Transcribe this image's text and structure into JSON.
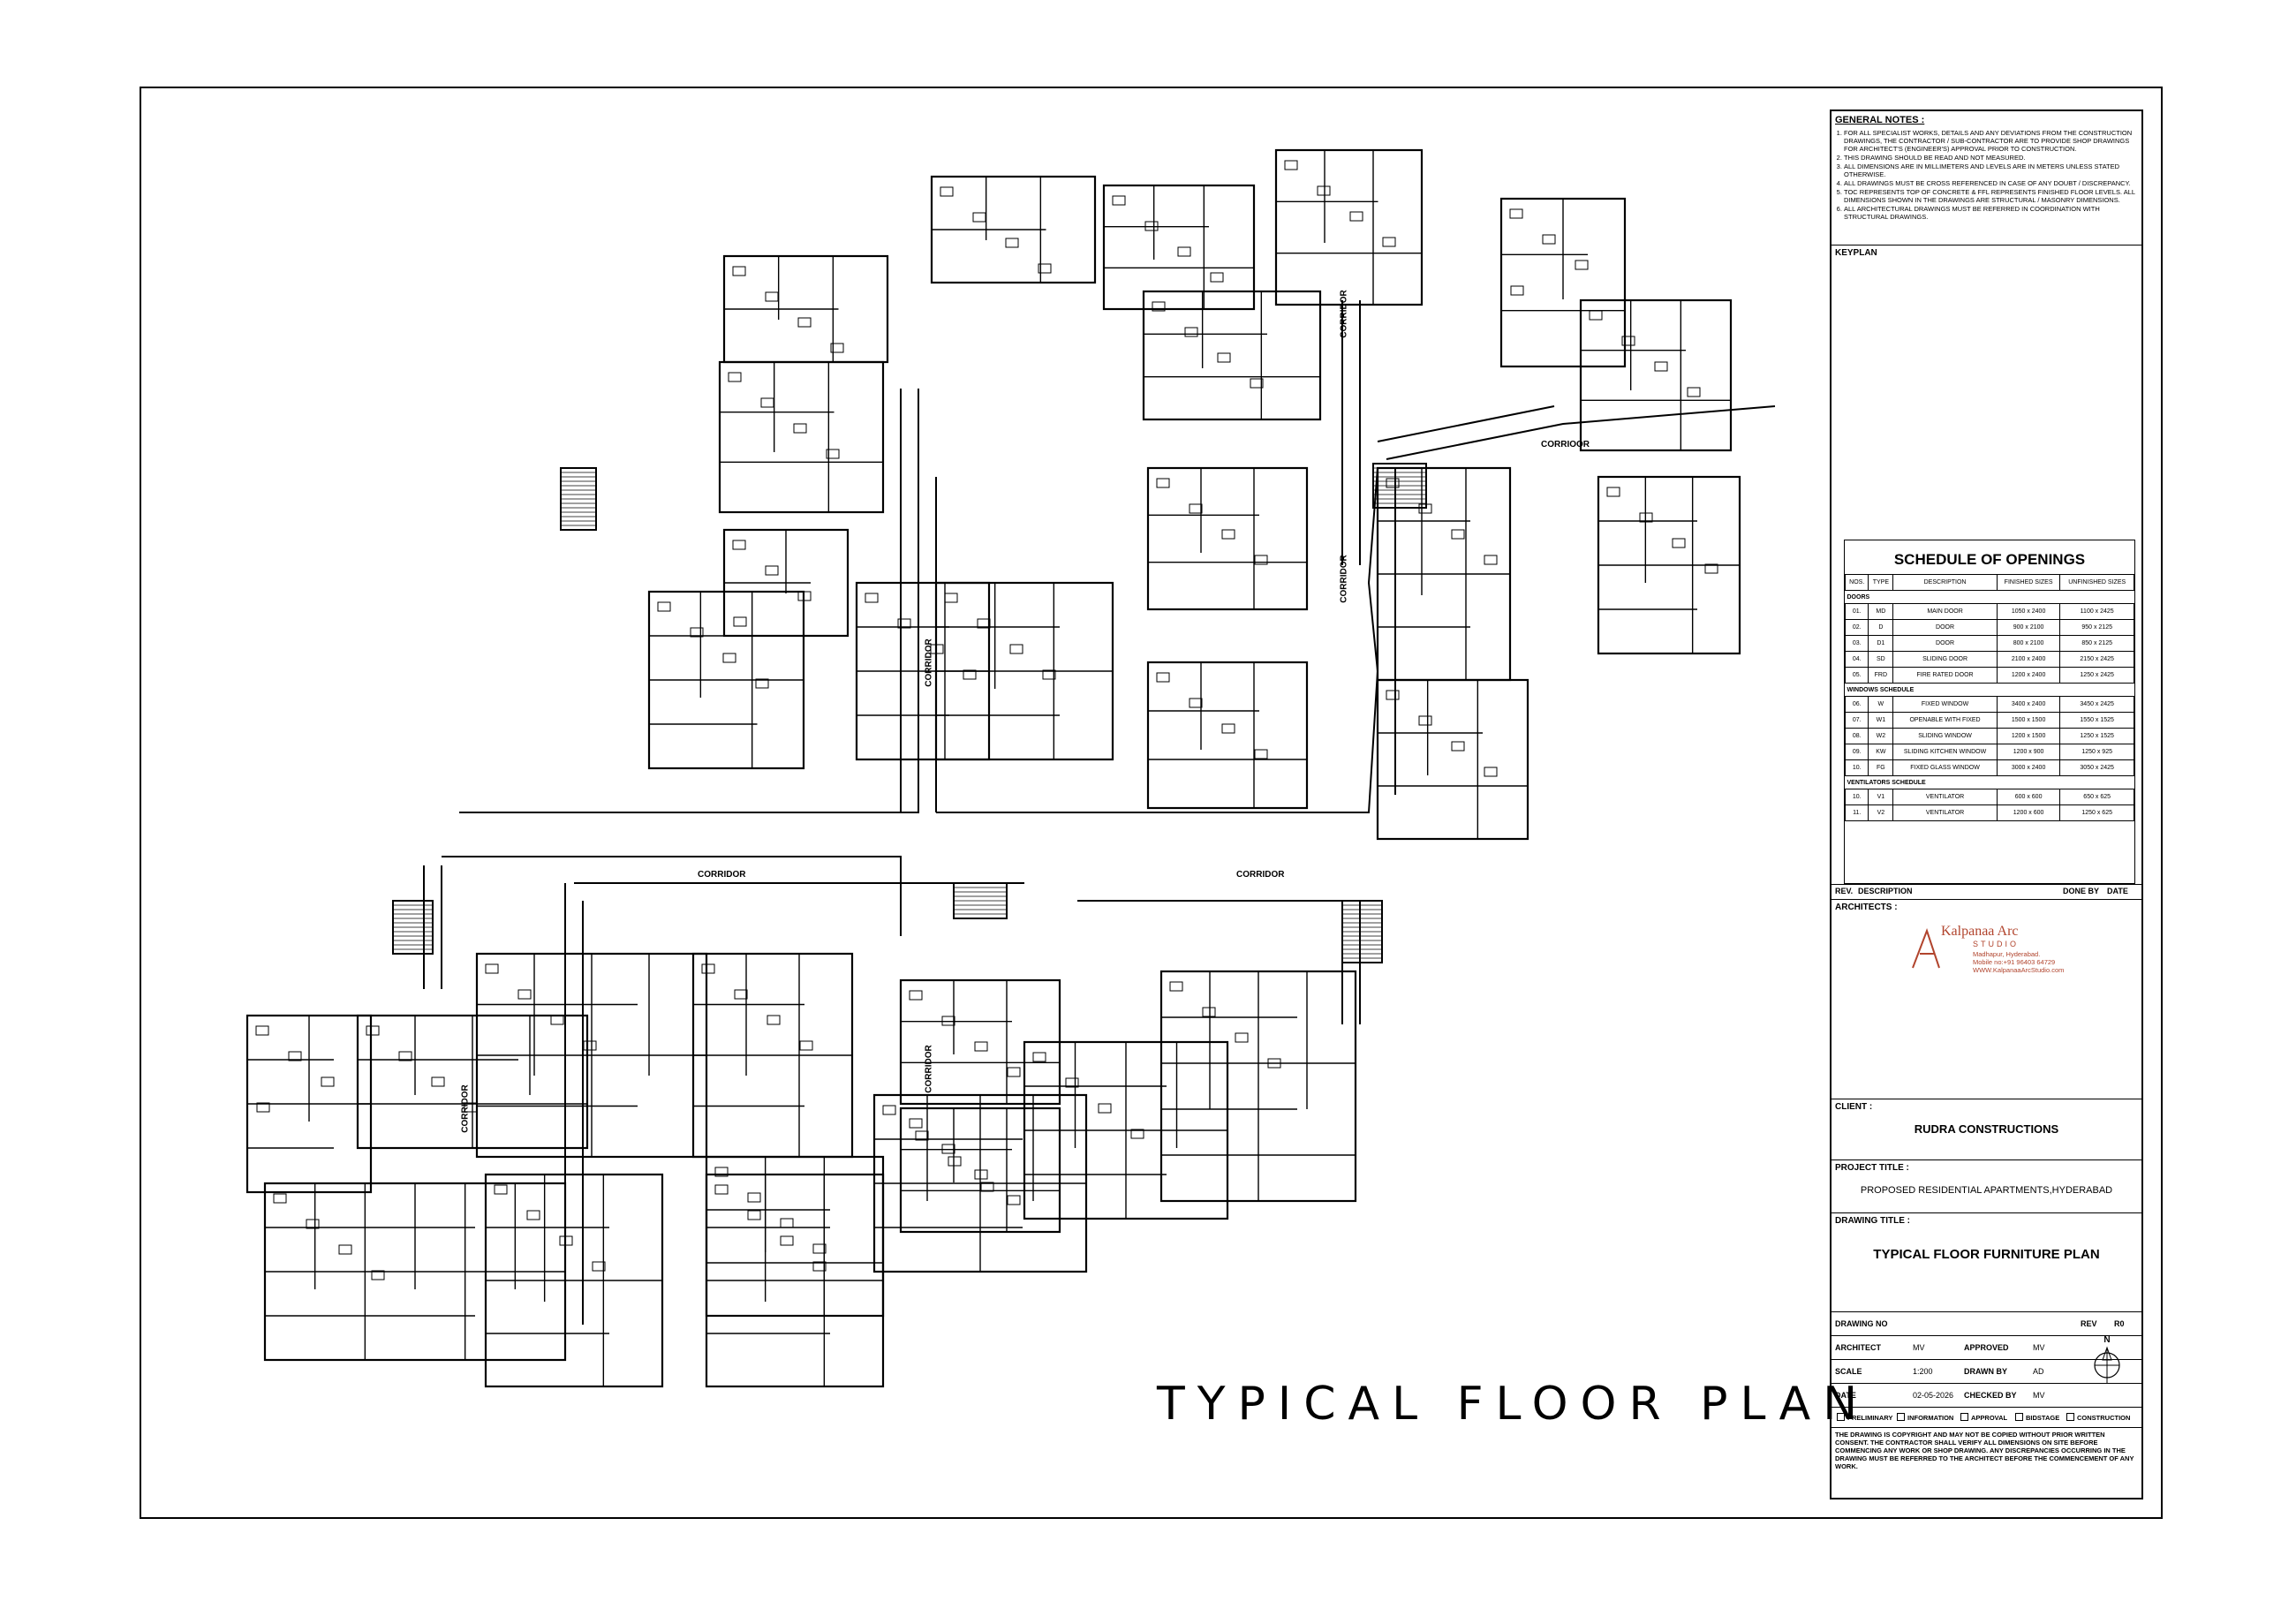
{
  "drawing": {
    "plan_title": "TYPICAL FLOOR PLAN",
    "corridor_label": "CORRIDOR",
    "corridor_alt_label": "CORRIOOR"
  },
  "title_block": {
    "general_notes_heading": "GENERAL NOTES :",
    "notes": [
      "FOR ALL SPECIALIST WORKS, DETAILS AND ANY DEVIATIONS FROM THE CONSTRUCTION DRAWINGS, THE CONTRACTOR / SUB-CONTRACTOR ARE TO PROVIDE SHOP DRAWINGS FOR ARCHITECT'S (ENGINEER'S) APPROVAL PRIOR TO CONSTRUCTION.",
      "THIS DRAWING SHOULD BE READ AND NOT MEASURED.",
      "ALL DIMENSIONS ARE IN MILLIMETERS AND LEVELS ARE IN METERS UNLESS STATED OTHERWISE.",
      "ALL DRAWINGS MUST BE CROSS REFERENCED IN CASE OF ANY DOUBT / DISCREPANCY.",
      "TOC REPRESENTS TOP OF CONCRETE & FFL REPRESENTS FINISHED FLOOR LEVELS. ALL DIMENSIONS SHOWN IN THE DRAWINGS ARE STRUCTURAL / MASONRY DIMENSIONS.",
      "ALL ARCHITECTURAL DRAWINGS MUST BE REFERRED IN COORDINATION WITH STRUCTURAL DRAWINGS."
    ],
    "keyplan_label": "KEYPLAN",
    "schedule": {
      "title": "SCHEDULE OF OPENINGS",
      "headers": [
        "NOS.",
        "TYPE",
        "DESCRIPTION",
        "FINISHED SIZES",
        "UNFINISHED SIZES"
      ],
      "doors_heading": "DOORS",
      "doors": [
        [
          "01.",
          "MD",
          "MAIN DOOR",
          "1050 x 2400",
          "1100 x 2425"
        ],
        [
          "02.",
          "D",
          "DOOR",
          "900 x 2100",
          "950 x 2125"
        ],
        [
          "03.",
          "D1",
          "DOOR",
          "800 x 2100",
          "850 x 2125"
        ],
        [
          "04.",
          "SD",
          "SLIDING DOOR",
          "2100 x 2400",
          "2150 x 2425"
        ],
        [
          "05.",
          "FRD",
          "FIRE RATED DOOR",
          "1200 x 2400",
          "1250 x 2425"
        ]
      ],
      "windows_heading": "WINDOWS SCHEDULE",
      "windows": [
        [
          "06.",
          "W",
          "FIXED WINDOW",
          "3400 x 2400",
          "3450 x 2425"
        ],
        [
          "07.",
          "W1",
          "OPENABLE WITH FIXED",
          "1500 x 1500",
          "1550 x 1525"
        ],
        [
          "08.",
          "W2",
          "SLIDING WINDOW",
          "1200 x 1500",
          "1250 x 1525"
        ],
        [
          "09.",
          "KW",
          "SLIDING KITCHEN WINDOW",
          "1200 x 900",
          "1250 x 925"
        ],
        [
          "10.",
          "FG",
          "FIXED GLASS WINDOW",
          "3000 x 2400",
          "3050 x 2425"
        ]
      ],
      "ventilators_heading": "VENTILATORS SCHEDULE",
      "ventilators": [
        [
          "10.",
          "V1",
          "VENTILATOR",
          "600 x 600",
          "650 x 625"
        ],
        [
          "11.",
          "V2",
          "VENTILATOR",
          "1200 x 600",
          "1250 x 625"
        ]
      ]
    },
    "rev_label": "REV.",
    "description_label": "DESCRIPTION",
    "done_by_label": "DONE BY",
    "date_label": "DATE",
    "architects_label": "ARCHITECTS :",
    "logo": {
      "name": "Kalpanaa Arc",
      "studio": "STUDIO",
      "address": "Madhapur, Hyderabad.",
      "mobile": "Mobile no:+91 96403 64729",
      "web": "WWW.KalpanaaArcStudio.com"
    },
    "client_label": "CLIENT :",
    "client": "RUDRA CONSTRUCTIONS",
    "project_label": "PROJECT TITLE :",
    "project": "PROPOSED RESIDENTIAL APARTMENTS,HYDERABAD",
    "drawing_title_label": "DRAWING TITLE :",
    "drawing_title": "TYPICAL FLOOR FURNITURE PLAN",
    "drawing_no_label": "DRAWING NO",
    "rev_short": "REV",
    "rev_value": "R0",
    "architect_label": "ARCHITECT",
    "architect_value": "MV",
    "approved_label": "APPROVED",
    "approved_value": "MV",
    "scale_label": "SCALE",
    "scale_value": "1:200",
    "drawn_by_label": "DRAWN BY",
    "drawn_by_value": "AD",
    "date_field_label": "DATE",
    "date_value": "02-05-2026",
    "checked_by_label": "CHECKED BY",
    "checked_by_value": "MV",
    "north_label": "N",
    "stages": [
      "PRELIMINARY",
      "INFORMATION",
      "APPROVAL",
      "BIDSTAGE",
      "CONSTRUCTION"
    ],
    "copyright": "THE DRAWING IS COPYRIGHT AND MAY NOT BE COPIED WITHOUT PRIOR WRITTEN CONSENT. THE CONTRACTOR SHALL VERIFY ALL DIMENSIONS ON SITE BEFORE COMMENCING ANY WORK OR SHOP DRAWING. ANY DISCREPANCIES OCCURRING IN THE DRAWING MUST BE REFERRED TO THE ARCHITECT BEFORE THE COMMENCEMENT OF ANY WORK."
  }
}
